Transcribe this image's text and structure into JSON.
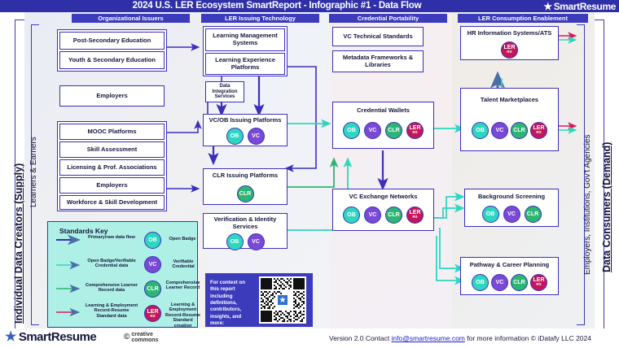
{
  "header": {
    "title": "2024 U.S. LER Ecosystem SmartReport - Infographic #1 - Data Flow",
    "brand": "SmartResume",
    "brand_icon": "star-icon"
  },
  "columns": [
    {
      "id": "organizational-issuers",
      "label": "Organizational Issuers"
    },
    {
      "id": "ler-issuing-technology",
      "label": "LER Issuing Technology"
    },
    {
      "id": "credential-portability",
      "label": "Credential Portability"
    },
    {
      "id": "ler-consumption-enablement",
      "label": "LER Consumption Enablement"
    }
  ],
  "left_rail": {
    "outer_label": "Individual Data Creators (Supply)",
    "inner_label": "Learners & Earners"
  },
  "right_rail": {
    "outer_label": "Data Consumers (Demand)",
    "inner_label": "Employers, Institutions, Gov't Agencies"
  },
  "nodes": {
    "post_secondary": {
      "label": "Post-Secondary Education",
      "badges": []
    },
    "youth_secondary": {
      "label": "Youth & Secondary Education",
      "badges": []
    },
    "employers_1": {
      "label": "Employers",
      "badges": []
    },
    "mooc": {
      "label": "MOOC Platforms",
      "badges": []
    },
    "skill_assessment": {
      "label": "Skill Assessment",
      "badges": []
    },
    "licensing": {
      "label": "Licensing & Prof. Associations",
      "badges": []
    },
    "employers_2": {
      "label": "Employers",
      "badges": []
    },
    "workforce": {
      "label": "Workforce & Skill Development",
      "badges": []
    },
    "lms": {
      "label": "Learning Management Systems",
      "badges": []
    },
    "lxp": {
      "label": "Learning Experience Platforms",
      "badges": []
    },
    "data_integration": {
      "label": "Data Integration Services",
      "badges": []
    },
    "vcob_issuing": {
      "label": "VC/OB Issuing Platforms",
      "badges": [
        "OB",
        "VC"
      ]
    },
    "clr_issuing": {
      "label": "CLR Issuing Platforms",
      "badges": [
        "CLR"
      ]
    },
    "verification": {
      "label": "Verification & Identity Services",
      "badges": [
        "OB",
        "VC"
      ]
    },
    "vc_standards": {
      "label": "VC Technical Standards",
      "badges": []
    },
    "metadata_frameworks": {
      "label": "Metadata Frameworks & Libraries",
      "badges": []
    },
    "credential_wallets": {
      "label": "Credential Wallets",
      "badges": [
        "OB",
        "VC",
        "CLR",
        "LER"
      ]
    },
    "vc_exchange": {
      "label": "VC Exchange Networks",
      "badges": [
        "OB",
        "VC",
        "CLR",
        "LER"
      ]
    },
    "hris_ats": {
      "label": "HR Information Systems/ATS",
      "badges": [
        "LER"
      ]
    },
    "talent_marketplaces": {
      "label": "Talent Marketplaces",
      "badges": [
        "OB",
        "VC",
        "CLR",
        "LER"
      ]
    },
    "background_screening": {
      "label": "Background Screening",
      "badges": [
        "OB",
        "VC",
        "CLR"
      ]
    },
    "pathway_planning": {
      "label": "Pathway & Career Planning",
      "badges": [
        "OB",
        "VC",
        "CLR",
        "LER"
      ]
    }
  },
  "badge_defs": {
    "OB": {
      "text": "OB",
      "sub": "",
      "color": "#2ed6c0",
      "name": "Open Badge"
    },
    "VC": {
      "text": "VC",
      "sub": "",
      "color": "#7a49d6",
      "name": "Verifiable Credential"
    },
    "CLR": {
      "text": "CLR",
      "sub": "",
      "color": "#2bb673",
      "name": "Comprehensive Learner Record"
    },
    "LER": {
      "text": "LER",
      "sub": "RS",
      "color": "#c2185b",
      "name": "Learning & Employment Record-Resume Standard creation"
    }
  },
  "legend": {
    "title": "Standards Key",
    "arrows": [
      {
        "color": "#3b2fbb",
        "label": "Primary/raw data flow"
      },
      {
        "color": "#2ed6c0",
        "label": "Open Badge/Verifiable Credential data"
      },
      {
        "color": "#2bb673",
        "label": "Comprehensive Learner Record data"
      },
      {
        "color": "#d81b60",
        "label": "Learning & Employment Record-Resume Standard data"
      }
    ],
    "badges": [
      {
        "key": "OB",
        "text": "OB",
        "sub": "",
        "label": "Open Badge"
      },
      {
        "key": "VC",
        "text": "VC",
        "sub": "",
        "label": "Verifiable Credential"
      },
      {
        "key": "CLR",
        "text": "CLR",
        "sub": "",
        "label": "Comprehensive Learner Record"
      },
      {
        "key": "LER",
        "text": "LER",
        "sub": "RS",
        "label": "Learning & Employment Record-Resume Standard creation"
      }
    ]
  },
  "qr": {
    "text": "For context on this report including definitions, contributors, insights, and more:",
    "icon": "qr-code-icon"
  },
  "footer": {
    "brand": "SmartResume",
    "brand_icon": "star-icon",
    "cc_line1": "creative",
    "cc_line2": "commons",
    "copy_prefix": "Version 2.0 Contact ",
    "email": "info@smartresume.com",
    "copy_suffix": " for more information © iDatafy LLC 2024"
  },
  "colors": {
    "header_blue": "#2f2fa8",
    "chip_blue": "#3b3bbb",
    "box_border": "#3b2fbb",
    "legend_bg": "#aef0e6",
    "teal": "#2ed6c0",
    "green": "#2bb673",
    "pink": "#d81b60",
    "purple": "#7a49d6"
  }
}
